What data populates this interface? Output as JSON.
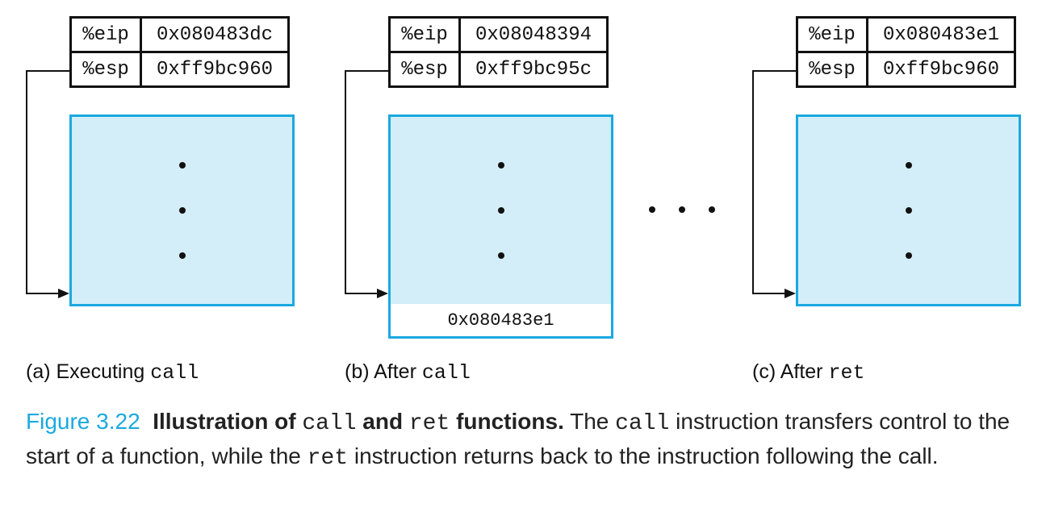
{
  "panels": [
    {
      "eip_label": "%eip",
      "eip_value": "0x080483dc",
      "esp_label": "%esp",
      "esp_value": "0xff9bc960",
      "caption_prefix": "(a) Executing ",
      "caption_code": "call"
    },
    {
      "eip_label": "%eip",
      "eip_value": "0x08048394",
      "esp_label": "%esp",
      "esp_value": "0xff9bc95c",
      "pushed_value": "0x080483e1",
      "caption_prefix": "(b) After ",
      "caption_code": "call"
    },
    {
      "eip_label": "%eip",
      "eip_value": "0x080483e1",
      "esp_label": "%esp",
      "esp_value": "0xff9bc960",
      "caption_prefix": "(c) After ",
      "caption_code": "ret"
    }
  ],
  "caption": {
    "figure_number": "Figure 3.22",
    "title_1": "Illustration of ",
    "title_code_1": "call",
    "title_2": " and ",
    "title_code_2": "ret",
    "title_3": " functions.",
    "text_1": " The ",
    "code_1": "call",
    "text_2": " instruction transfers control to the start of a function, while the ",
    "code_2": "ret",
    "text_3": " instruction returns back to the instruction following the call."
  },
  "colors": {
    "stack_fill": "#d3eef9",
    "stack_border": "#1aa9e0",
    "figure_number": "#1aa9e0"
  }
}
